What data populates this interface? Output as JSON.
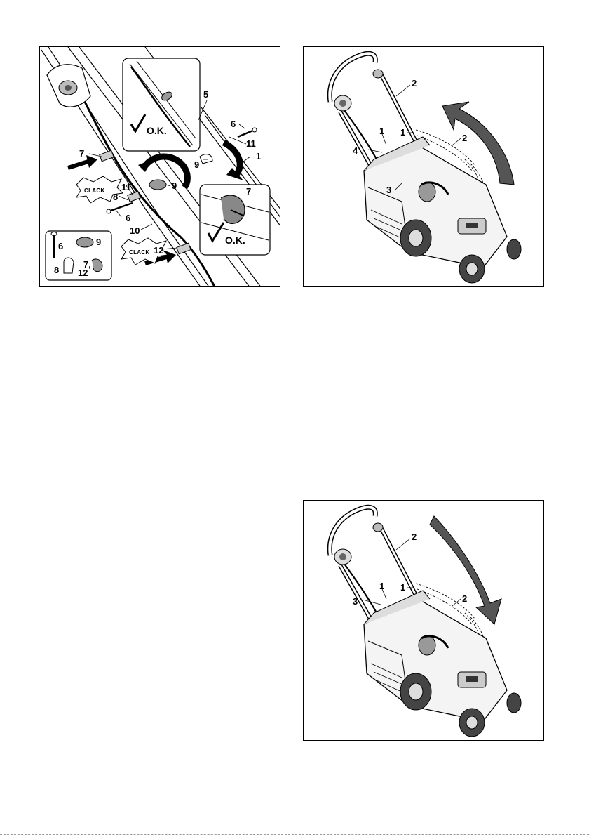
{
  "figure_a": {
    "labels": {
      "l1": "1",
      "l5": "5",
      "l6a": "6",
      "l6b": "6",
      "l6c": "6",
      "l7a": "7",
      "l7b": "7",
      "l7c": "7,",
      "l8a": "8",
      "l8b": "8",
      "l9a": "9",
      "l9b": "9",
      "l9c": "9",
      "l10": "10",
      "l11a": "11",
      "l11b": "11",
      "l12a": "12",
      "l12b": "12"
    },
    "ok_text_1": "O.K.",
    "ok_text_2": "O.K.",
    "clack_1": "CLACK",
    "clack_2": "CLACK"
  },
  "figure_b": {
    "labels": {
      "l2a": "2",
      "l2b": "2",
      "l1a": "1",
      "l1b": "1",
      "l4": "4",
      "l3": "3"
    }
  },
  "figure_c": {
    "labels": {
      "l2a": "2",
      "l2b": "2",
      "l1a": "1",
      "l1b": "1",
      "l3": "3"
    }
  }
}
